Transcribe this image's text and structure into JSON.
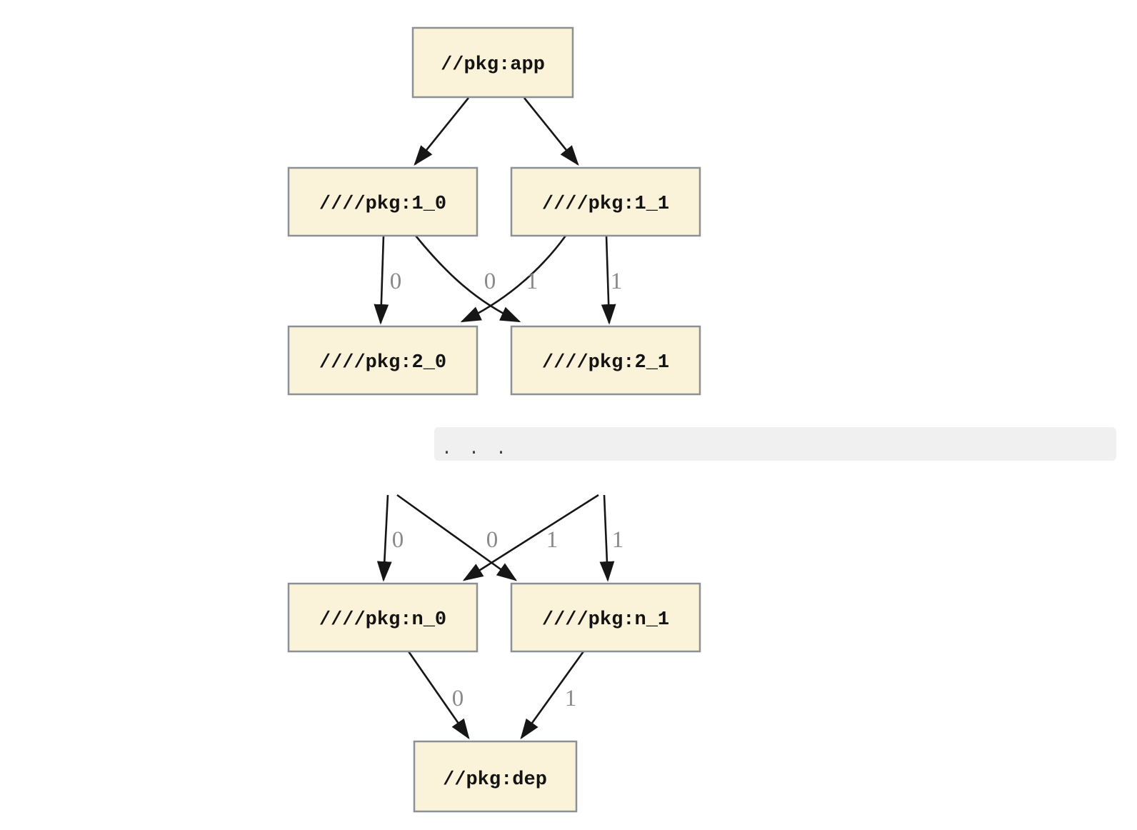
{
  "diagram": {
    "type": "dependency-graph",
    "direction": "top-down",
    "nodes": [
      {
        "id": "app",
        "label": "//pkg:app"
      },
      {
        "id": "1_0",
        "label": "////pkg:1_0"
      },
      {
        "id": "1_1",
        "label": "////pkg:1_1"
      },
      {
        "id": "2_0",
        "label": "////pkg:2_0"
      },
      {
        "id": "2_1",
        "label": "////pkg:2_1"
      },
      {
        "id": "n_0",
        "label": "////pkg:n_0"
      },
      {
        "id": "n_1",
        "label": "////pkg:n_1"
      },
      {
        "id": "dep",
        "label": "//pkg:dep"
      }
    ],
    "edges": [
      {
        "from": "app",
        "to": "1_0",
        "label": null
      },
      {
        "from": "app",
        "to": "1_1",
        "label": null
      },
      {
        "from": "1_0",
        "to": "2_0",
        "label": "0"
      },
      {
        "from": "1_0",
        "to": "2_1",
        "label": "1"
      },
      {
        "from": "1_1",
        "to": "2_0",
        "label": "0"
      },
      {
        "from": "1_1",
        "to": "2_1",
        "label": "1"
      },
      {
        "from": null,
        "to": "n_0",
        "label": "0"
      },
      {
        "from": null,
        "to": "n_1",
        "label": "1"
      },
      {
        "from": null,
        "to": "n_0",
        "label": "0"
      },
      {
        "from": null,
        "to": "n_1",
        "label": "1"
      },
      {
        "from": "n_0",
        "to": "dep",
        "label": "0"
      },
      {
        "from": "n_1",
        "to": "dep",
        "label": "1"
      }
    ],
    "ellipsis_band": {
      "text": ". . ."
    },
    "colors": {
      "page_background": "#FFFFFF",
      "node_fill": "#FBF3D9",
      "node_border": "#8A9096",
      "node_text": "#131313",
      "edge": "#161616",
      "edge_label": "#8A8A8A",
      "band_background": "#F0F0F0",
      "band_text": "#3C3C3C"
    }
  }
}
